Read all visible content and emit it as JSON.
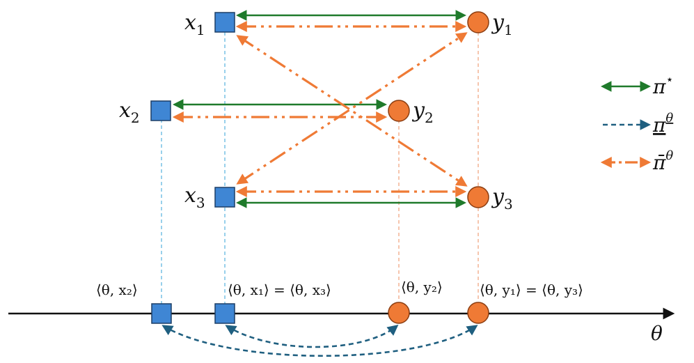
{
  "colors": {
    "blue_node": "#3f86d4",
    "orange_node": "#ef7a35",
    "green_arrow": "#1f7a2b",
    "navy_dashed": "#1f5f80",
    "orange_dashdot": "#ef7a35",
    "blue_proj": "#7fc4e6",
    "orange_proj": "#f4b79a",
    "axis": "#111111"
  },
  "nodes": {
    "x1": {
      "base": "x",
      "sub": "1"
    },
    "x2": {
      "base": "x",
      "sub": "2"
    },
    "x3": {
      "base": "x",
      "sub": "3"
    },
    "y1": {
      "base": "y",
      "sub": "1"
    },
    "y2": {
      "base": "y",
      "sub": "2"
    },
    "y3": {
      "base": "y",
      "sub": "3"
    }
  },
  "axis": {
    "label": "θ",
    "point_labels": {
      "x2": "⟨θ, x₂⟩",
      "x1x3": "⟨θ, x₁⟩ = ⟨θ, x₃⟩",
      "y2": "⟨θ, y₂⟩",
      "y1y3": "⟨θ, y₁⟩ = ⟨θ, y₃⟩"
    }
  },
  "legend": {
    "pi_star": {
      "symbol": "π",
      "mark": "⋆"
    },
    "pi_under_theta": {
      "symbol": "π",
      "mark": "θ"
    },
    "pi_bar_theta": {
      "symbol": "π̄",
      "mark": "θ"
    }
  }
}
